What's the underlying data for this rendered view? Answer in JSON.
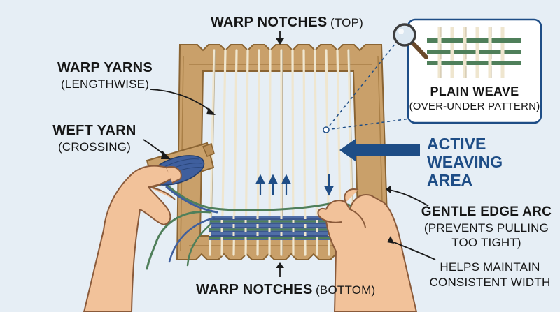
{
  "labels": {
    "warp_notches_top": {
      "main": "WARP NOTCHES",
      "paren": "(TOP)"
    },
    "warp_yarns": {
      "main": "WARP YARNS",
      "paren": "(LENGTHWISE)"
    },
    "weft_yarn": {
      "main": "WEFT YARN",
      "paren": "(CROSSING)"
    },
    "plain_weave": {
      "main": "PLAIN WEAVE",
      "paren": "(OVER-UNDER PATTERN)"
    },
    "active_area": [
      "ACTIVE",
      "WEAVING",
      "AREA"
    ],
    "gentle_edge_arc": {
      "main": "GENTLE EDGE ARC",
      "line2": "(PREVENTS PULLING",
      "line3": "TOO TIGHT)"
    },
    "helps_maintain": {
      "line1": "HELPS MAINTAIN",
      "line2": "CONSISTENT WIDTH"
    },
    "warp_notches_bottom": {
      "main": "WARP NOTCHES",
      "paren": "(BOTTOM)"
    }
  },
  "icons": [
    "magnifier-icon",
    "arrow-right-icon",
    "up-arrow-icon",
    "down-arrow-icon"
  ],
  "colors": {
    "background": "#e6eef5",
    "frame_wood": "#c9a06a",
    "warp_yarn": "#efe6cf",
    "weft_blue": "#3f5f9e",
    "weft_green": "#4f7f5a",
    "accent_blue": "#1e4d86",
    "skin": "#f2c29a"
  }
}
